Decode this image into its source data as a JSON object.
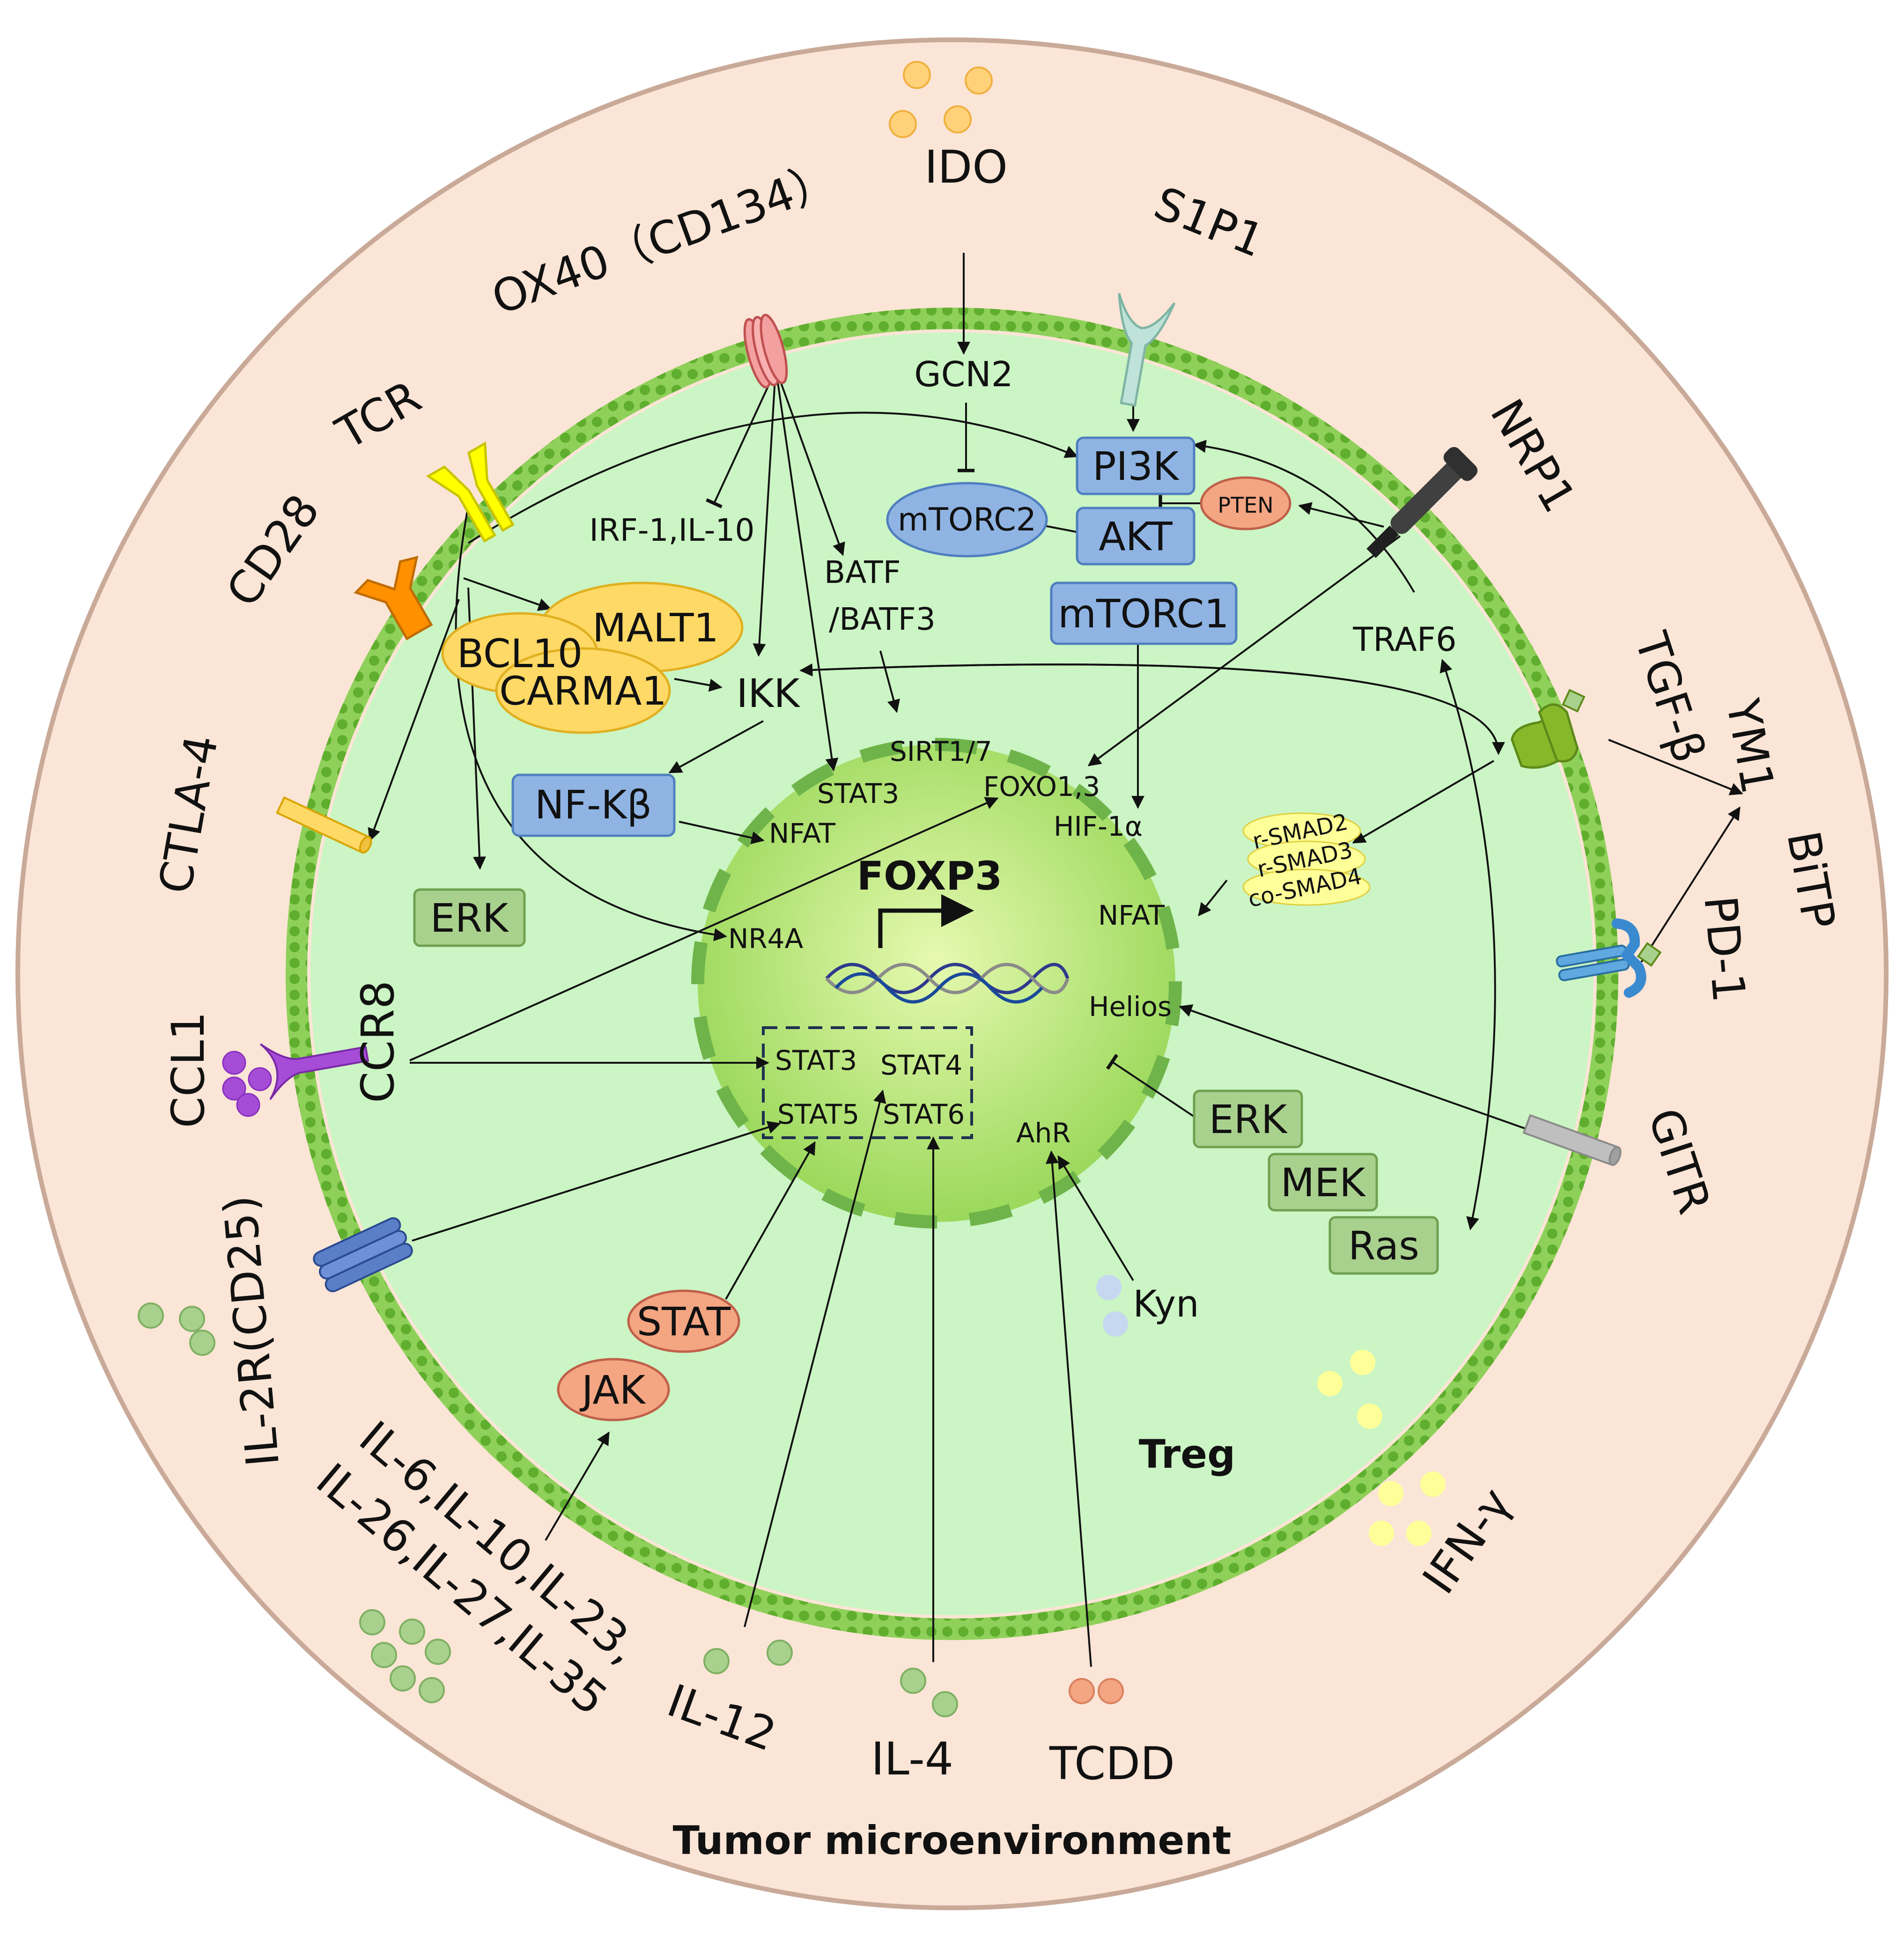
{
  "context_label": "Tumor microenvironment",
  "cell_label": "Treg",
  "gene_label": "FOXP3",
  "receptors": {
    "tcr": "TCR",
    "cd28": "CD28",
    "ox40": "OX40（CD134）",
    "s1p1": "S1P1",
    "nrp1": "NRP1",
    "tgfb": "TGF-β",
    "ym1": "YM1",
    "bitp": "BiTP",
    "pd1": "PD-1",
    "gitr": "GITR",
    "ctla4": "CTLA-4",
    "ccl1": "CCL1",
    "ccr8": "CCR8",
    "il2r": "IL-2R(CD25)",
    "ifng": "IFN-γ"
  },
  "ligands": {
    "ido": "IDO",
    "il_group_line1": "IL-6,IL-10,IL-23,",
    "il_group_line2": "IL-26,IL-27,IL-35",
    "il12": "IL-12",
    "il4": "IL-4",
    "tcdd": "TCDD",
    "kyn": "Kyn"
  },
  "cytoplasm": {
    "gcn2": "GCN2",
    "mtorc2": "mTORC2",
    "pi3k": "PI3K",
    "akt": "AKT",
    "pten": "PTEN",
    "mtorc1": "mTORC1",
    "irf": "IRF-1,IL-10",
    "batf1": "BATF",
    "batf2": "/BATF3",
    "malt1": "MALT1",
    "bcl10": "BCL10",
    "carma1": "CARMA1",
    "ikk": "IKK",
    "nfkb": "NF-Kβ",
    "erk_left": "ERK",
    "traf6": "TRAF6",
    "rsmad2": "r-SMAD2",
    "rsmad3": "r-SMAD3",
    "cosmad4": "co-SMAD4",
    "erk_right": "ERK",
    "mek": "MEK",
    "ras": "Ras",
    "stat": "STAT",
    "jak": "JAK"
  },
  "nucleus": {
    "sirt": "SIRT1/7",
    "stat3_top": "STAT3",
    "foxo": "FOXO1,3",
    "hif": "HIF-1α",
    "nfat_left": "NFAT",
    "nfat_right": "NFAT",
    "nr4a": "NR4A",
    "helios": "Helios",
    "stat3": "STAT3",
    "stat4": "STAT4",
    "stat5": "STAT5",
    "stat6": "STAT6",
    "ahr": "AhR"
  },
  "colors": {
    "environment_fill": "#fbe5d6",
    "environment_stroke": "#c9a998",
    "cell_fill": "#cbf5c4",
    "membrane": "#76c442",
    "nucleus_center": "#d9f59a",
    "nucleus_edge": "#8fcc4b",
    "blue_box": "#8fb4e3",
    "green_box": "#a9d18e",
    "orange_oval": "#ffd966",
    "salmon_oval": "#f4a582",
    "yellow_oval": "#ffff99"
  }
}
